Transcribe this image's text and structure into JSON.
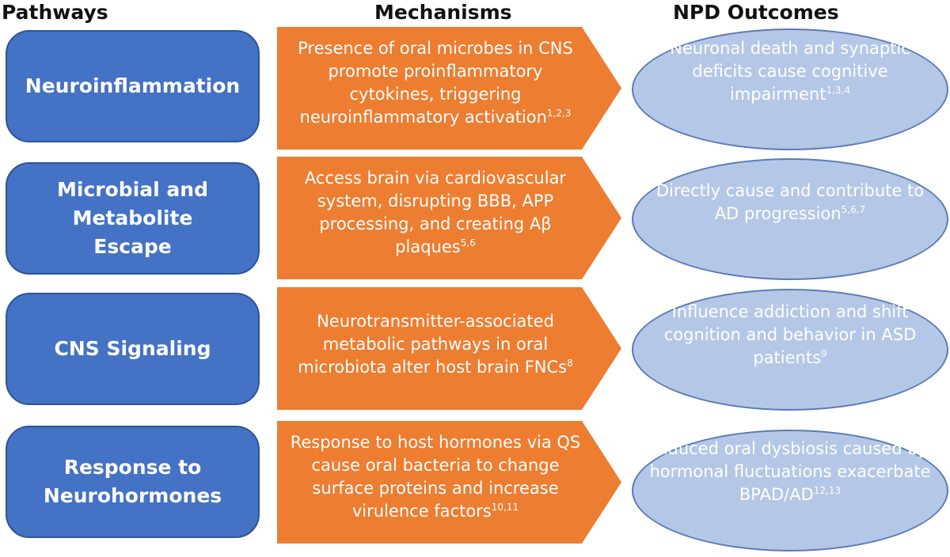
{
  "headers": {
    "pathways": "Pathways",
    "mechanisms": "Mechanisms",
    "outcomes": "NPD Outcomes"
  },
  "rows": [
    {
      "pathway": "Neuroinflammation",
      "mechanism": "Presence of oral microbes in CNS promote proinflammatory cytokines, triggering neuroinflammatory activation",
      "mechanism_refs": "1,2,3",
      "outcome": "Neuronal death and synaptic deficits cause cognitive impairment",
      "outcome_refs": "1,3,4"
    },
    {
      "pathway": "Microbial and Metabolite Escape",
      "mechanism": "Access brain via cardiovascular system, disrupting BBB, APP processing, and creating Aβ plaques",
      "mechanism_refs": "5,6",
      "outcome": "Directly cause and contribute to AD progression",
      "outcome_refs": "5,6,7"
    },
    {
      "pathway": "CNS Signaling",
      "mechanism": "Neurotransmitter-associated metabolic pathways in oral microbiota alter host brain FNCs",
      "mechanism_refs": "8",
      "outcome": "Influence addiction and shift cognition and behavior in ASD patients",
      "outcome_refs": "9"
    },
    {
      "pathway": "Response to Neurohormones",
      "mechanism": "Response to host hormones via QS cause oral bacteria to change surface proteins and increase virulence factors",
      "mechanism_refs": "10,11",
      "outcome": "Induced oral dysbiosis caused by hormonal fluctuations exacerbate BPAD/AD",
      "outcome_refs": "12,13"
    }
  ],
  "colors": {
    "pathway_fill": "#4472c4",
    "mechanism_fill": "#ed7d31",
    "outcome_fill": "#b4c7e7"
  }
}
